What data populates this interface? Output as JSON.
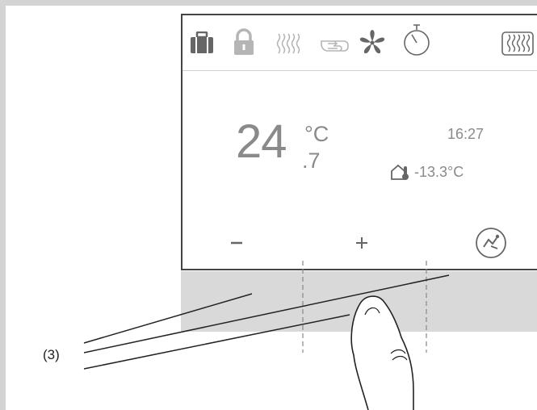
{
  "display": {
    "temperature_whole": "24",
    "temperature_decimal": ".7",
    "temperature_unit": "°C",
    "clock_time": "16:27",
    "outside_temperature": "-13.3°C"
  },
  "controls": {
    "minus": "−",
    "plus": "+"
  },
  "callout_label": "(3)",
  "colors": {
    "icon_dark": "#666666",
    "icon_light": "#b5b5b5",
    "text_gray": "#8a8a8a",
    "touch_strip": "#d9d9d9"
  }
}
